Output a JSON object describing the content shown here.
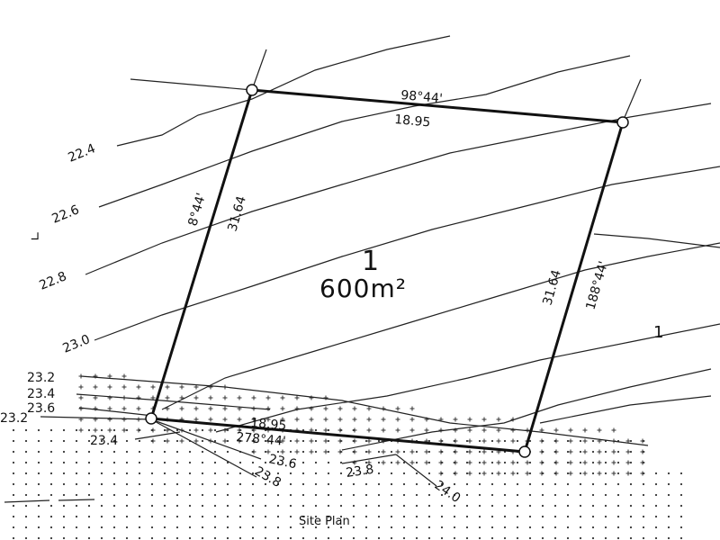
{
  "lot": {
    "number": "1",
    "area": "600m²",
    "neighbor_number": "1"
  },
  "boundaries": {
    "north_bearing": "98°44'",
    "north_length": "18.95",
    "west_bearing": "8°44'",
    "west_length": "31.64",
    "east_length": "31.64",
    "east_bearing": "188°44'",
    "south_length": "18.95",
    "south_bearing": "278°44'"
  },
  "contours": {
    "c224": "22.4",
    "c226": "22.6",
    "c228": "22.8",
    "c230": "23.0",
    "c232a": "23.2",
    "c234a": "23.4",
    "c236a": "23.6",
    "c232b": "23.2",
    "c234b": "23.4",
    "c236b": "23.6",
    "c238a": "23.8",
    "c238b": "23.8",
    "c240": "24.0",
    "stray": "∟"
  },
  "caption": "Site Plan"
}
